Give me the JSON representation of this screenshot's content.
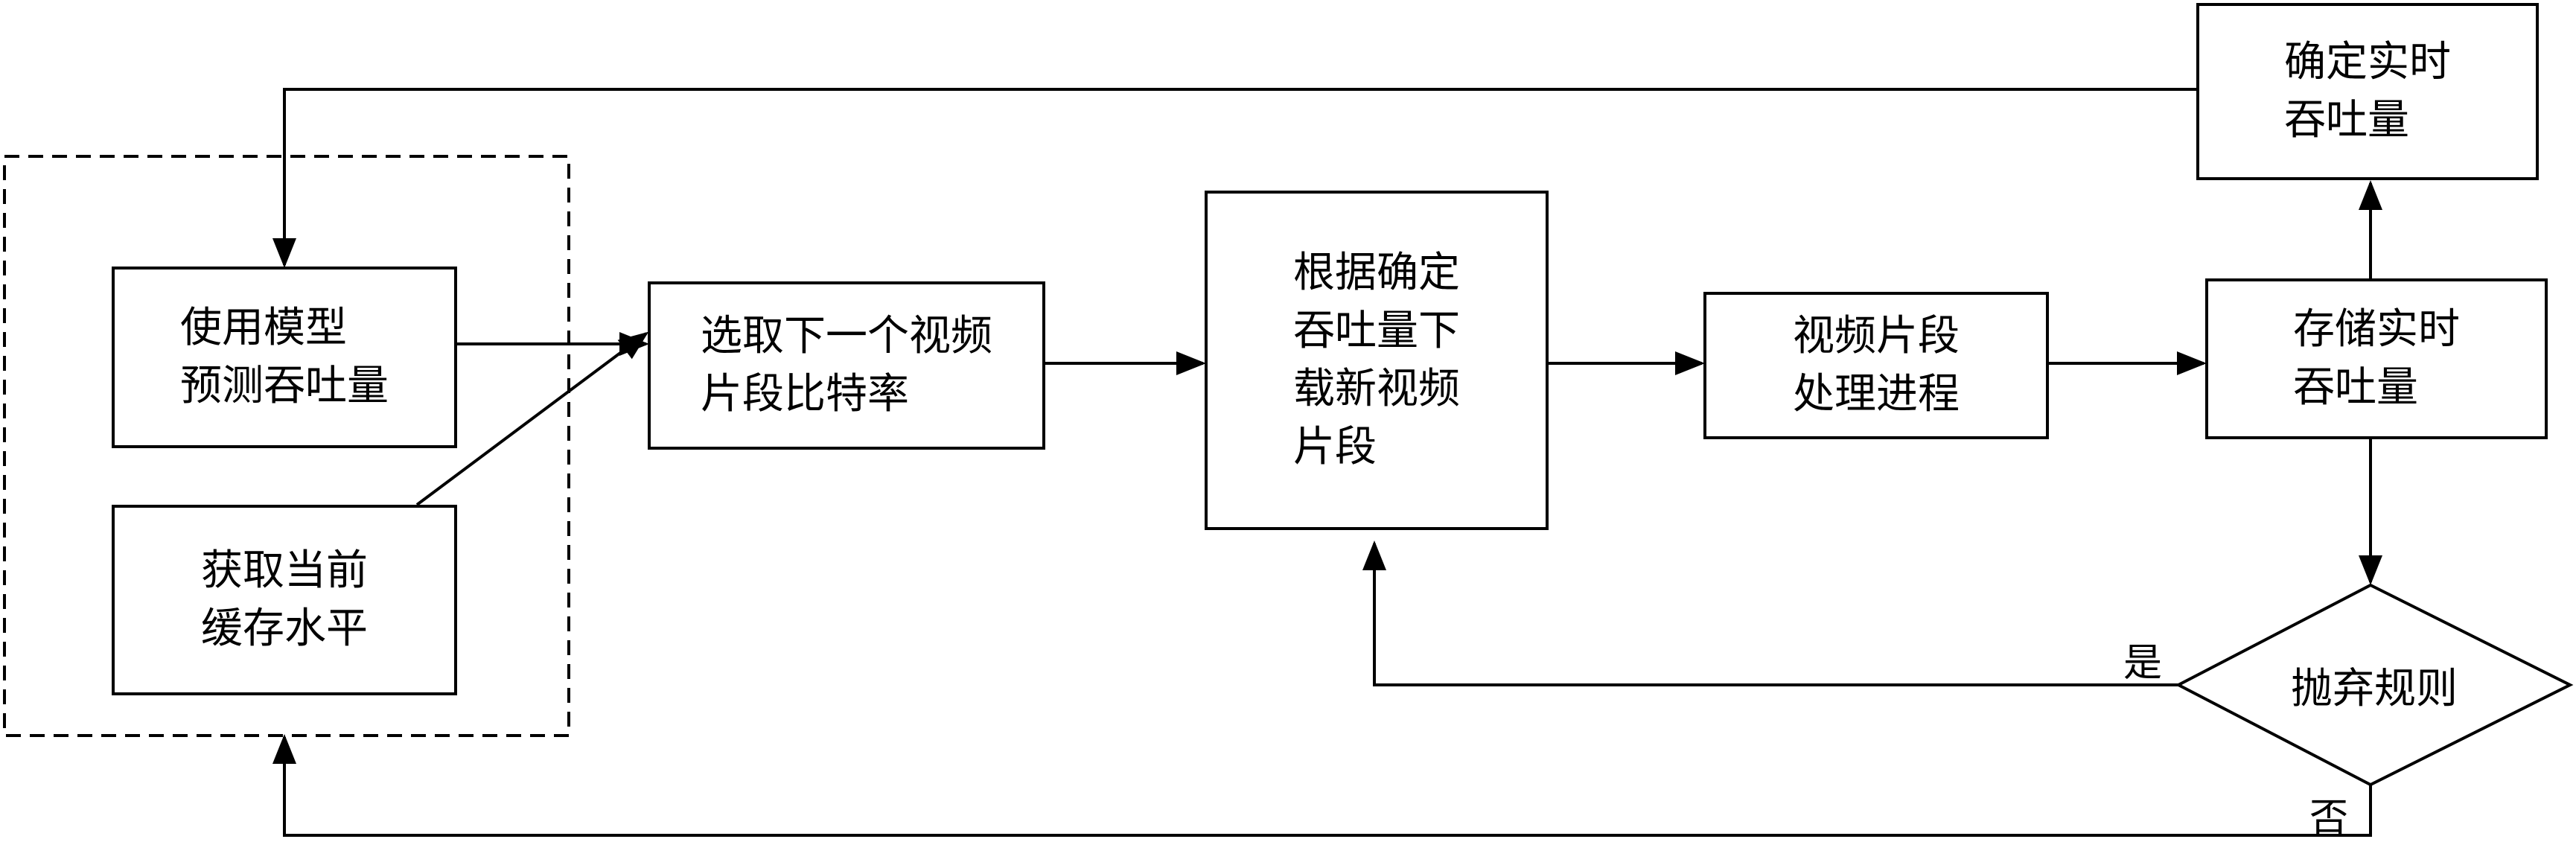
{
  "nodes": {
    "predict": {
      "lines": [
        "使用模型",
        "预测吞吐量"
      ]
    },
    "buffer": {
      "lines": [
        "获取当前",
        "缓存水平"
      ]
    },
    "bitrate": {
      "lines": [
        "选取下一个视频",
        "片段比特率"
      ]
    },
    "download": {
      "lines": [
        "根据确定",
        "吞吐量下",
        "载新视频",
        "片段"
      ]
    },
    "process": {
      "lines": [
        "视频片段",
        "处理进程"
      ]
    },
    "store": {
      "lines": [
        "存储实时",
        "吞吐量"
      ]
    },
    "confirm": {
      "lines": [
        "确定实时",
        "吞吐量"
      ]
    },
    "discard": {
      "label": "抛弃规则"
    }
  },
  "edge_labels": {
    "yes": "是",
    "no": "否"
  }
}
